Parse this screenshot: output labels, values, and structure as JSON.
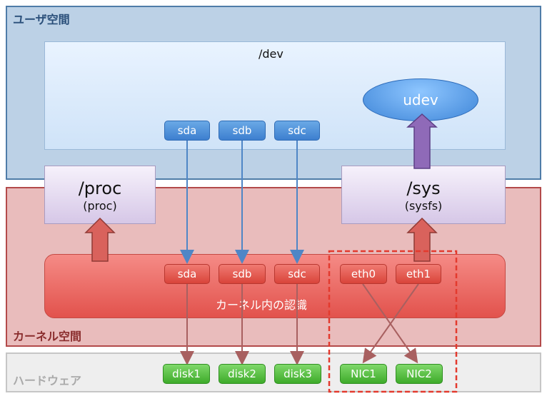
{
  "user_space": {
    "label": "ユーザ空間",
    "dev": {
      "label": "/dev",
      "devices": [
        "sda",
        "sdb",
        "sdc"
      ]
    },
    "udev": "udev"
  },
  "proc": {
    "title": "/proc",
    "subtitle": "(proc)"
  },
  "sys": {
    "title": "/sys",
    "subtitle": "(sysfs)"
  },
  "kernel_space": {
    "label": "カーネル空間",
    "recognition_label": "カーネル内の認識",
    "devices": [
      "sda",
      "sdb",
      "sdc"
    ],
    "nics": [
      "eth0",
      "eth1"
    ]
  },
  "hardware": {
    "label": "ハードウェア",
    "disks": [
      "disk1",
      "disk2",
      "disk3"
    ],
    "nics": [
      "NIC1",
      "NIC2"
    ]
  }
}
